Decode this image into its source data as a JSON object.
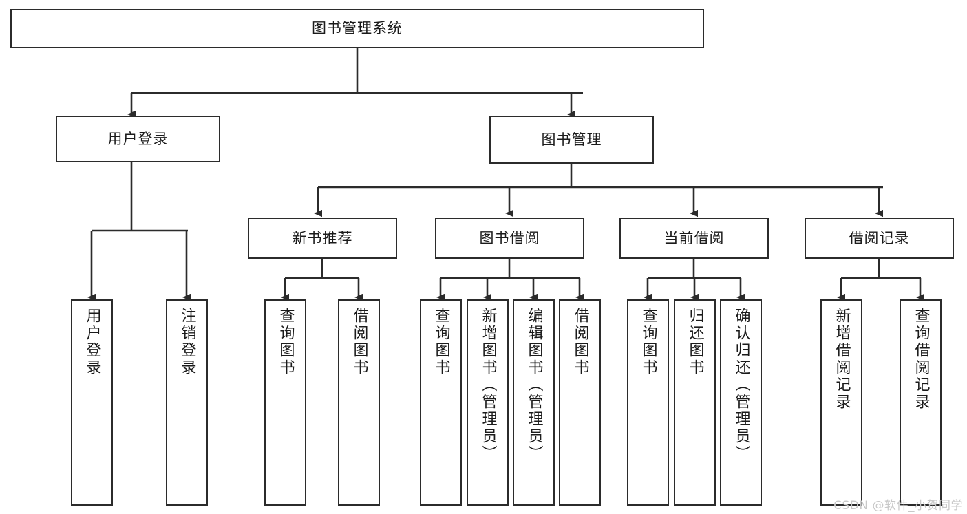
{
  "diagram": {
    "title": "图书管理系统",
    "watermark": "CSDN @软件_小贺同学",
    "colors": {
      "box_border": "#2b2b2b",
      "box_fill": "#ffffff",
      "wire": "#2b2b2b",
      "text": "#1b1b1b",
      "watermark": "#c8c8c8",
      "background": "#ffffff"
    },
    "root": {
      "label": "图书管理系统"
    },
    "level2": [
      {
        "label": "用户登录"
      },
      {
        "label": "图书管理"
      }
    ],
    "level3": [
      {
        "label": "新书推荐"
      },
      {
        "label": "图书借阅"
      },
      {
        "label": "当前借阅"
      },
      {
        "label": "借阅记录"
      }
    ],
    "leaves": {
      "user_login": [
        {
          "label": "用户登录"
        },
        {
          "label": "注销登录"
        }
      ],
      "new_book_rec": [
        {
          "label": "查询图书"
        },
        {
          "label": "借阅图书"
        }
      ],
      "book_borrow": [
        {
          "label": "查询图书"
        },
        {
          "label": "新增图书（管理员）"
        },
        {
          "label": "编辑图书（管理员）"
        },
        {
          "label": "借阅图书"
        }
      ],
      "current_borrow": [
        {
          "label": "查询图书"
        },
        {
          "label": "归还图书"
        },
        {
          "label": "确认归还（管理员）"
        }
      ],
      "borrow_records": [
        {
          "label": "新增借阅记录"
        },
        {
          "label": "查询借阅记录"
        }
      ]
    }
  }
}
